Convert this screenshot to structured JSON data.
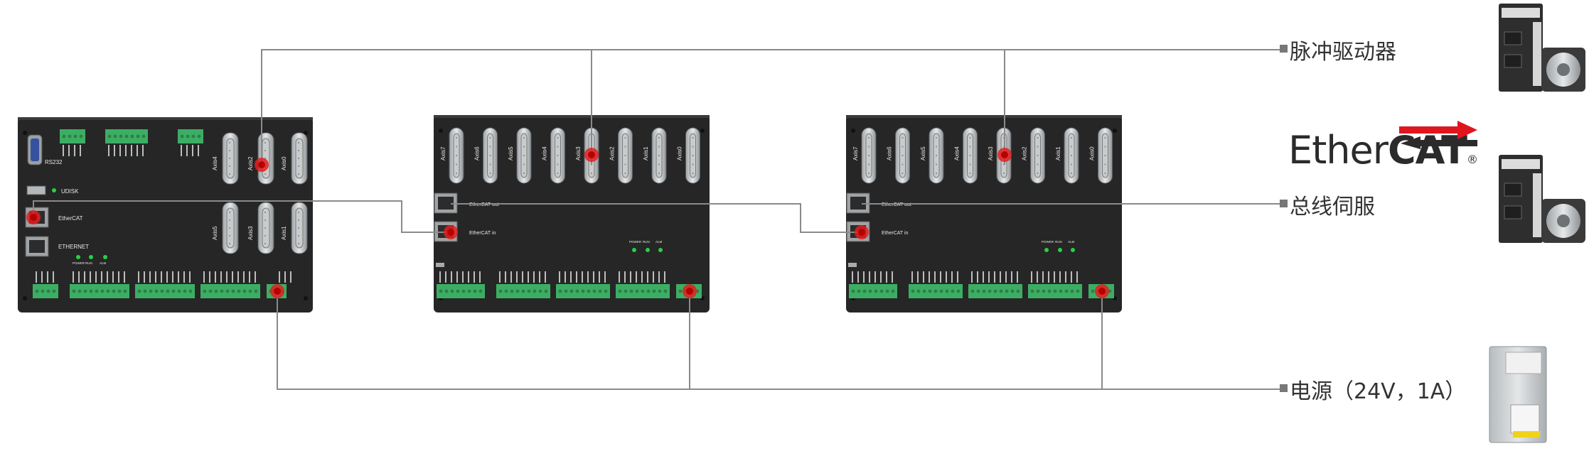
{
  "labels": {
    "pulse_driver": "脉冲驱动器",
    "bus_servo": "总线伺服",
    "power": "电源（24V，1A）",
    "ethercat_logo_ether": "Ether",
    "ethercat_logo_cat": "CAT",
    "ethercat_logo_reg": "®"
  },
  "controller": {
    "rs232": "RS232",
    "udisk": "UDISK",
    "ethercat": "EtherCAT",
    "ethernet": "ETHERNET",
    "axes_top": [
      "Axis4",
      "Axis2",
      "Axis0"
    ],
    "axes_bottom": [
      "Axis5",
      "Axis3",
      "Axis1"
    ],
    "leds": [
      "POWER",
      "RUN",
      "ALM"
    ]
  },
  "expansion_modules": [
    {
      "axes": [
        "Axis7",
        "Axis6",
        "Axis5",
        "Axis4",
        "Axis3",
        "Axis2",
        "Axis1",
        "Axis0"
      ],
      "ethercat_out": "EtherCAT out",
      "ethercat_in": "EtherCAT in",
      "leds": [
        "POWER",
        "RUN",
        "ALM"
      ]
    },
    {
      "axes": [
        "Axis7",
        "Axis6",
        "Axis5",
        "Axis4",
        "Axis3",
        "Axis2",
        "Axis1",
        "Axis0"
      ],
      "ethercat_out": "EtherCAT out",
      "ethercat_in": "EtherCAT in",
      "leds": [
        "POWER",
        "RUN",
        "ALM"
      ]
    }
  ],
  "colors": {
    "board": "#262626",
    "wire": "#8a8a8a",
    "highlight": "#e02020",
    "led": "#27d044",
    "terminal": "#3cae63",
    "logo_red": "#e0161f"
  }
}
